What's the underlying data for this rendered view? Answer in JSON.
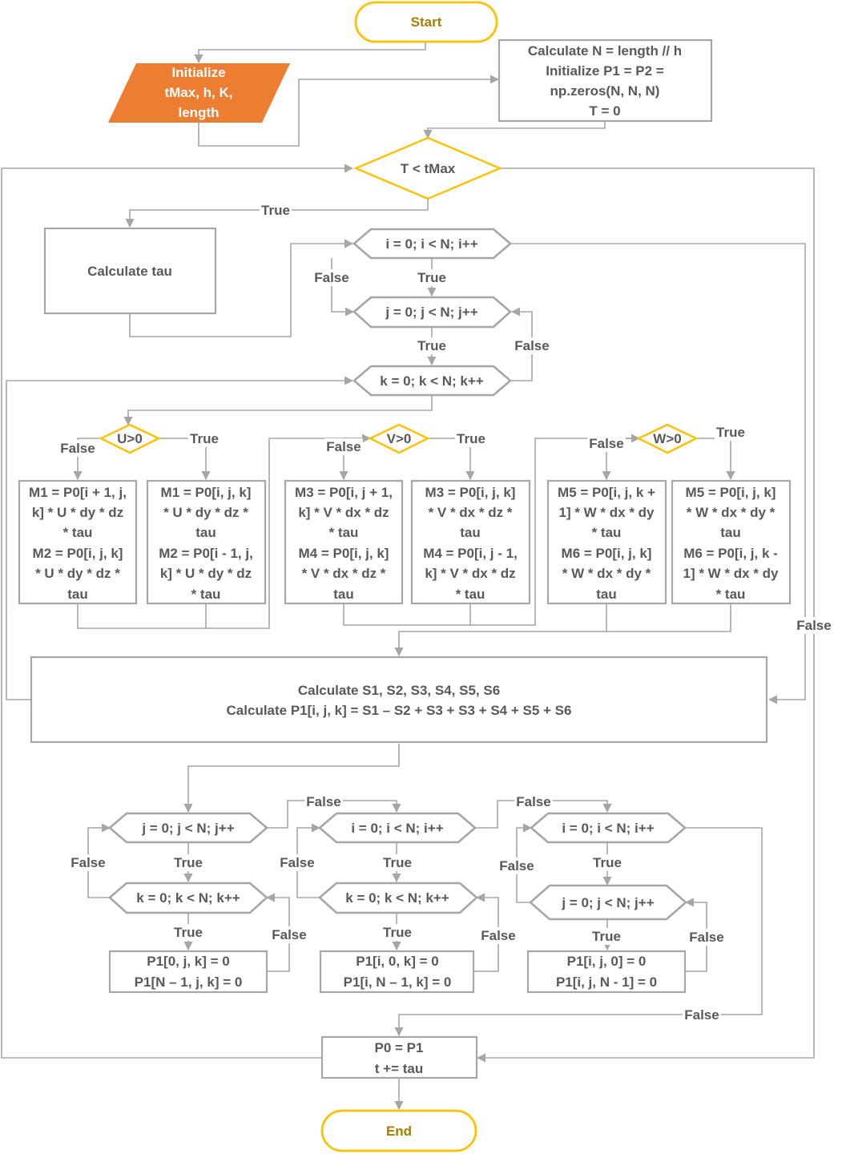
{
  "terminals": {
    "start": "Start",
    "end": "End"
  },
  "input": {
    "lines": [
      "Initialize",
      "tMax, h, K,",
      "length"
    ]
  },
  "init_box": {
    "lines": [
      "Calculate N = length // h",
      "Initialize P1 = P2 =",
      "np.zeros(N, N, N)",
      "T = 0"
    ]
  },
  "main_loop": {
    "condition": "T < tMax"
  },
  "calc_tau": {
    "text": "Calculate tau"
  },
  "loops": {
    "i": "i = 0; i < N; i++",
    "j": "j = 0; j < N; j++",
    "k": "k = 0; k < N; k++"
  },
  "decisions": {
    "u": "U>0",
    "v": "V>0",
    "w": "W>0"
  },
  "mbox": {
    "u_false": [
      "M1 = P0[i + 1, j,",
      "k] * U * dy * dz",
      "* tau",
      "M2 = P0[i, j, k]",
      "* U * dy * dz *",
      "tau"
    ],
    "u_true": [
      "M1 = P0[i, j, k]",
      "* U * dy * dz *",
      "tau",
      "M2 = P0[i - 1, j,",
      "k] * U * dy * dz",
      "* tau"
    ],
    "v_false": [
      "M3 = P0[i, j + 1,",
      "k] * V * dx * dz",
      "* tau",
      "M4 = P0[i, j, k]",
      "* V * dx * dz *",
      "tau"
    ],
    "v_true": [
      "M3 = P0[i, j, k]",
      "* V * dx * dz *",
      "tau",
      "M4 = P0[i, j - 1,",
      "k] * V * dx * dz",
      "* tau"
    ],
    "w_false": [
      "M5 = P0[i, j, k +",
      "1] * W * dx * dy",
      "* tau",
      "M6 = P0[i, j, k]",
      "* W * dx * dy *",
      "tau"
    ],
    "w_true": [
      "M5 = P0[i, j, k]",
      "* W * dx * dy *",
      "tau",
      "M6 = P0[i, j, k -",
      "1] * W * dx * dy",
      "* tau"
    ]
  },
  "calc_s": {
    "lines": [
      "Calculate S1, S2, S3, S4, S5, S6",
      "Calculate P1[i, j, k] = S1 – S2 + S3 + S3 + S4 + S5 + S6"
    ]
  },
  "bc": {
    "x": [
      "P1[0, j, k] = 0",
      "P1[N – 1, j, k] = 0"
    ],
    "y": [
      "P1[i, 0, k] = 0",
      "P1[i, N – 1, k] = 0"
    ],
    "z": [
      "P1[i, j, 0] = 0",
      "P1[i, j, N - 1] = 0"
    ]
  },
  "update": {
    "lines": [
      "P0 = P1",
      "t += tau"
    ]
  },
  "labels": {
    "true": "True",
    "false": "False"
  },
  "colors": {
    "line": "#a6a6a6",
    "text": "#595959",
    "terminal": "#ffc000",
    "input_fill": "#ed7d31"
  }
}
